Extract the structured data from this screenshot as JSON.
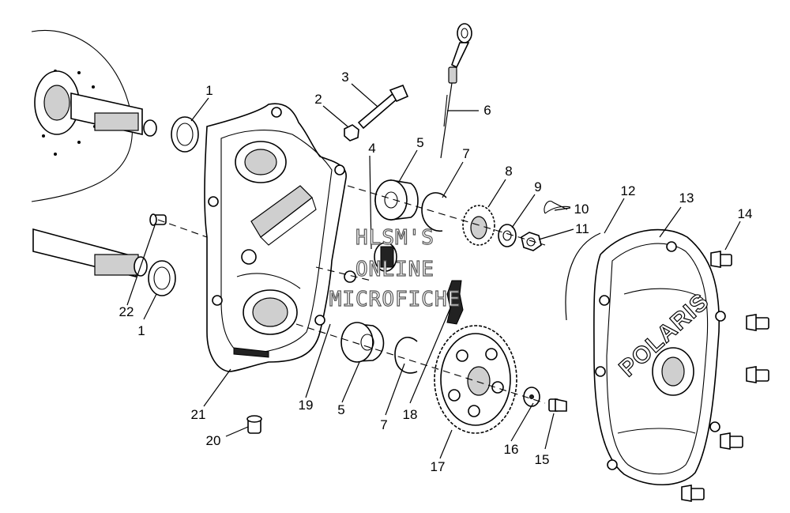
{
  "diagram": {
    "callouts": [
      "1",
      "2",
      "3",
      "4",
      "5",
      "6",
      "7",
      "8",
      "9",
      "10",
      "11",
      "12",
      "13",
      "14",
      "1",
      "22",
      "21",
      "20",
      "19",
      "5",
      "7",
      "18",
      "17",
      "16",
      "15"
    ],
    "watermark": [
      "HLSM'S",
      "ONLINE",
      "MICROFICHE"
    ],
    "brand_logo": "POLARIS"
  }
}
